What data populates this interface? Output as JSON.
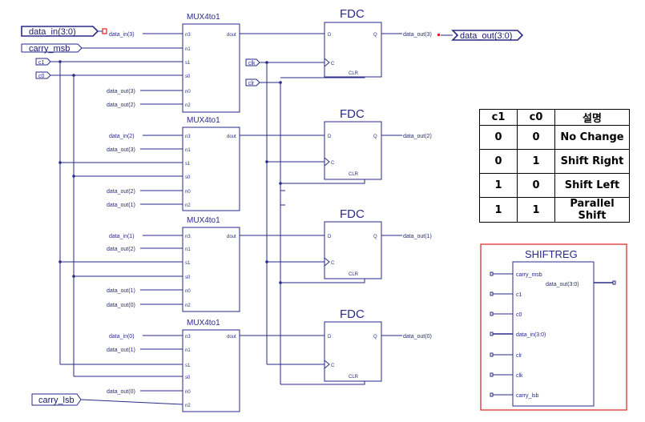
{
  "ports": {
    "data_in": "data_in(3:0)",
    "carry_msb": "carry_msb",
    "c1": "c1",
    "c0": "c0",
    "data_out": "data_out(3:0)",
    "carry_lsb": "carry_lsb",
    "clk": "clk",
    "clr": "clr"
  },
  "mux": {
    "title": "MUX4to1",
    "pins": [
      "n3",
      "n1",
      "s1",
      "s0",
      "n0",
      "n2"
    ],
    "out": "dout"
  },
  "fdc": {
    "title": "FDC",
    "d": "D",
    "q": "Q",
    "c": "C",
    "clr": "CLR"
  },
  "nets": {
    "in3": "data_in(3)",
    "in2": "data_in(2)",
    "in1": "data_in(1)",
    "in0": "data_in(0)",
    "out3": "data_out(3)",
    "out2": "data_out(2)",
    "out1": "data_out(1)",
    "out0": "data_out(0)"
  },
  "truth_table": {
    "headers": [
      "c1",
      "c0",
      "설명"
    ],
    "rows": [
      [
        "0",
        "0",
        "No Change"
      ],
      [
        "0",
        "1",
        "Shift Right"
      ],
      [
        "1",
        "0",
        "Shift Left"
      ],
      [
        "1",
        "1",
        "Parallel Shift"
      ]
    ]
  },
  "symbol": {
    "title": "SHIFTREG",
    "pins": [
      "carry_msb",
      "c1",
      "c0",
      "data_in(3:0)",
      "clr",
      "clk",
      "carry_lsb"
    ],
    "out": "data_out(3:0)"
  },
  "colors": {
    "wire": "#2a2a8a",
    "frame": "#e02020",
    "marker": "#e02020"
  }
}
